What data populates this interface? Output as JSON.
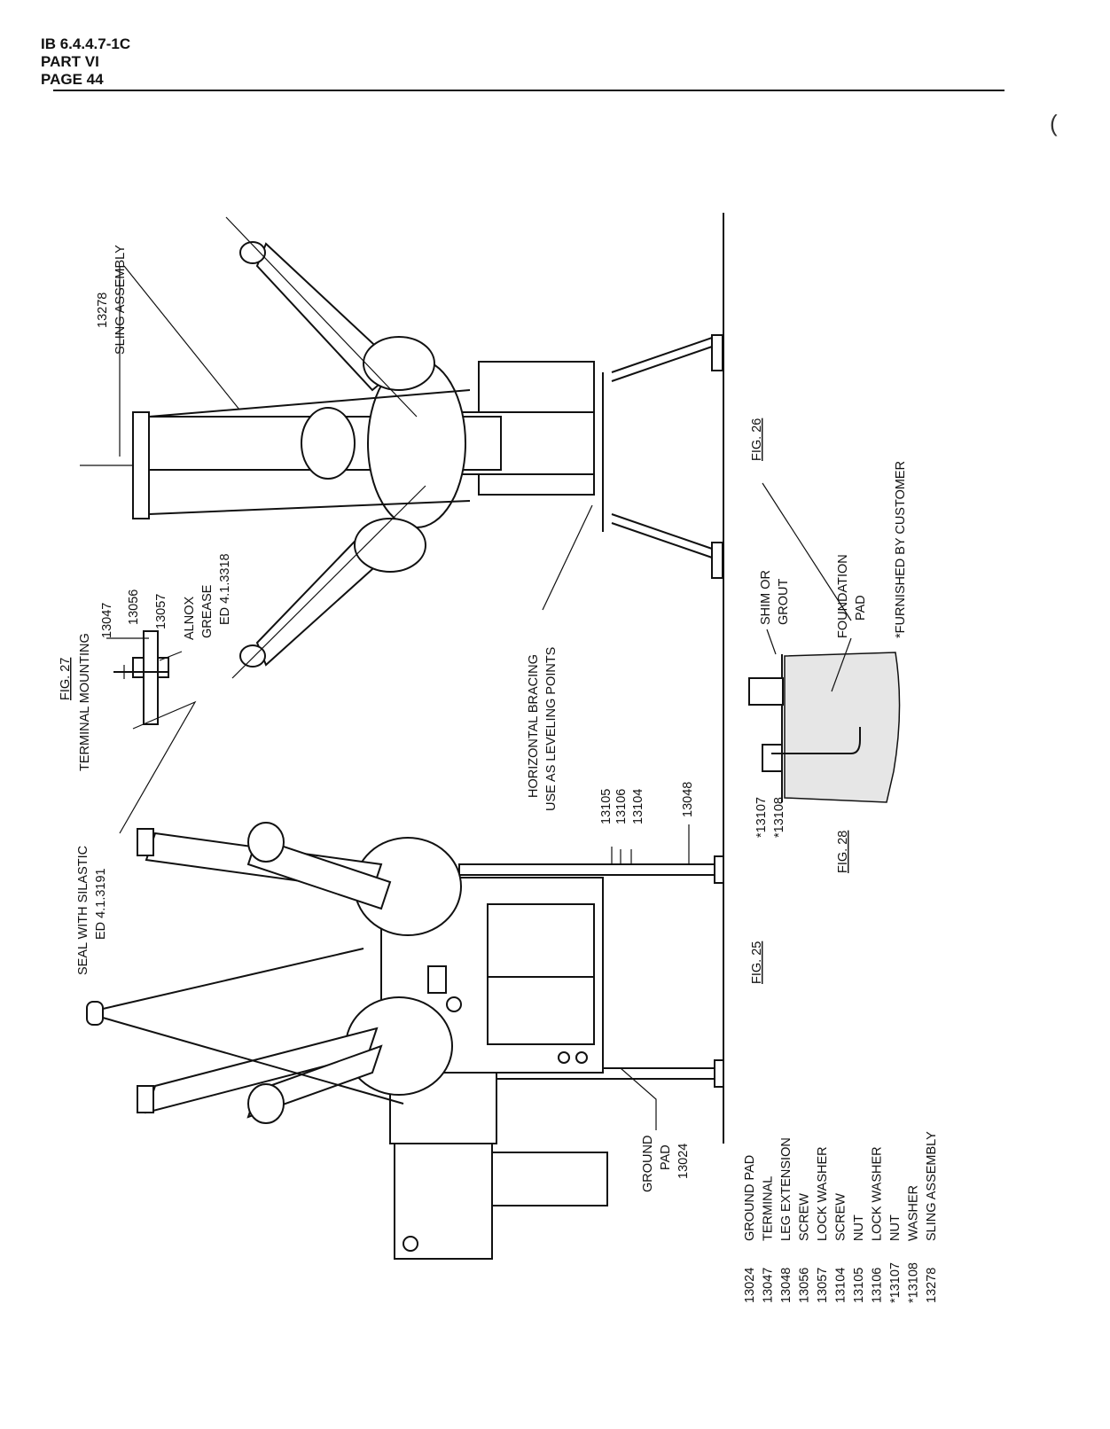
{
  "header": {
    "doc_id": "IB 6.4.4.7-1C",
    "part": "PART VI",
    "page": "PAGE 44"
  },
  "labels": {
    "sling_number": "13278",
    "sling_name": "SLING ASSEMBLY",
    "fig26": "FIG. 26",
    "furnished": "*FURNISHED BY CUSTOMER",
    "shim_1": "SHIM OR",
    "shim_2": "GROUT",
    "foundation_1": "FOUNDATION",
    "foundation_2": "PAD",
    "fig28": "FIG. 28",
    "p13107": "*13107",
    "p13108": "*13108",
    "alnox_1": "ALNOX",
    "alnox_2": "GREASE",
    "alnox_3": "ED 4.1.3318",
    "p13057": "13057",
    "p13056": "13056",
    "p13047": "13047",
    "tm": "TERMINAL MOUNTING",
    "fig27": "FIG. 27",
    "hb_1": "HORIZONTAL BRACING",
    "hb_2": "USE AS LEVELING POINTS",
    "p13105": "13105",
    "p13106": "13106",
    "p13104": "13104",
    "p13048": "13048",
    "seal_1": "SEAL WITH SILASTIC",
    "seal_2": "ED 4.1.3191",
    "fig25": "FIG. 25",
    "gp_1": "GROUND",
    "gp_2": "PAD",
    "gp_3": "13024"
  },
  "parts_list": [
    {
      "number": "13024",
      "name": "GROUND PAD"
    },
    {
      "number": "13047",
      "name": "TERMINAL"
    },
    {
      "number": "13048",
      "name": "LEG EXTENSION"
    },
    {
      "number": "13056",
      "name": "SCREW"
    },
    {
      "number": "13057",
      "name": "LOCK WASHER"
    },
    {
      "number": "13104",
      "name": "SCREW"
    },
    {
      "number": "13105",
      "name": "NUT"
    },
    {
      "number": "13106",
      "name": "LOCK WASHER"
    },
    {
      "number": "*13107",
      "name": "NUT"
    },
    {
      "number": "*13108",
      "name": "WASHER"
    },
    {
      "number": "13278",
      "name": "SLING ASSEMBLY"
    }
  ]
}
